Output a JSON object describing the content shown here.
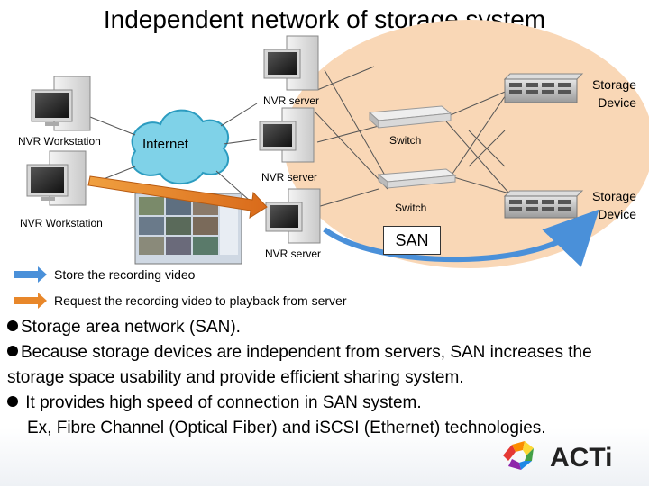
{
  "title": "Independent network of storage system",
  "diagram": {
    "labels": {
      "nvr_workstation_1": "NVR Workstation",
      "nvr_workstation_2": "NVR Workstation",
      "internet": "Internet",
      "nvr_server_1": "NVR server",
      "nvr_server_2": "NVR server",
      "nvr_server_3": "NVR server",
      "switch_1": "Switch",
      "switch_2": "Switch",
      "storage_device_1": "Storage Device",
      "storage_device_2": "Storage Device",
      "san": "SAN"
    }
  },
  "legend": [
    {
      "text": "Store the recording video",
      "arrow_color": "#4a90d9"
    },
    {
      "text": "Request the recording video to playback from server",
      "arrow_color": "#e8872a"
    }
  ],
  "bullets": [
    {
      "text": "Storage area network (SAN).",
      "has_dot": true
    },
    {
      "text": "Because storage devices are independent from servers, SAN increases the storage space usability and provide efficient sharing system.",
      "has_dot": true
    },
    {
      "text": " It provides high speed of connection in SAN system.",
      "has_dot": true
    },
    {
      "text": "Ex, Fibre Channel (Optical Fiber) and iSCSI (Ethernet) technologies.",
      "has_dot": false
    }
  ],
  "logo": {
    "text": "ACTi"
  },
  "colors": {
    "san_zone": "#f9d7b6",
    "store_arrow": "#4a90d9",
    "request_arrow": "#e8872a",
    "logo_text": "#222222"
  }
}
